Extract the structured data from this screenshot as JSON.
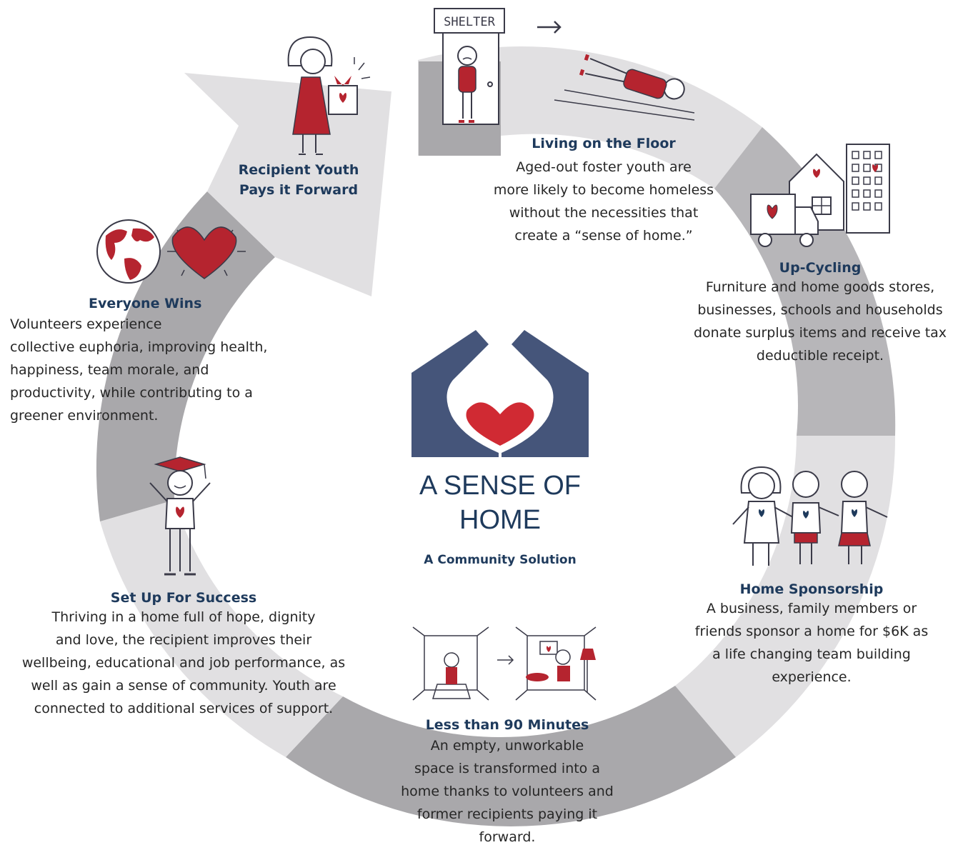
{
  "center": {
    "title": "A SENSE OF\nHOME",
    "subtitle": "A Community Solution"
  },
  "colors": {
    "navy": "#1e3a5c",
    "red": "#b5242f",
    "ring_light": "#e1e0e2",
    "ring_mid": "#b7b6b9",
    "ring_dark": "#a9a8ab",
    "logo_hands": "#45557a"
  },
  "steps": [
    {
      "title": "Living on the Floor",
      "text": "Aged-out foster youth are\nmore likely to become homeless\nwithout the necessities that\ncreate a “sense of home.”",
      "icon": "shelter-and-person-on-floor-icon",
      "sign": "SHELTER"
    },
    {
      "title": "Up-Cycling",
      "text": "Furniture and home goods stores,\nbusinesses, schools and households\ndonate surplus items and receive tax\ndeductible receipt.",
      "icon": "truck-house-building-icon"
    },
    {
      "title": "Home Sponsorship",
      "text": "A business, family members or\nfriends sponsor a home for $6K as\na life changing team building\nexperience.",
      "icon": "three-children-icon"
    },
    {
      "title": "Less than 90 Minutes",
      "text": "An empty, unworkable\nspace is transformed into a\nhome thanks to volunteers and\nformer recipients paying it\nforward.",
      "icon": "empty-room-to-furnished-room-icon"
    },
    {
      "title": "Set Up For Success",
      "text": "Thriving in a home full of hope, dignity\nand love, the recipient improves their\nwellbeing, educational and job performance, as\nwell as gain a sense of community. Youth are\nconnected to additional services of support.",
      "icon": "graduate-icon"
    },
    {
      "title": "Everyone Wins",
      "text": "Volunteers experience\ncollective euphoria, improving health,\nhappiness, team morale, and\nproductivity, while contributing to a\ngreener environment.",
      "icon": "globe-and-heart-icon"
    },
    {
      "title": "Recipient Youth\nPays it Forward",
      "text": "",
      "icon": "girl-with-gift-icon"
    }
  ]
}
